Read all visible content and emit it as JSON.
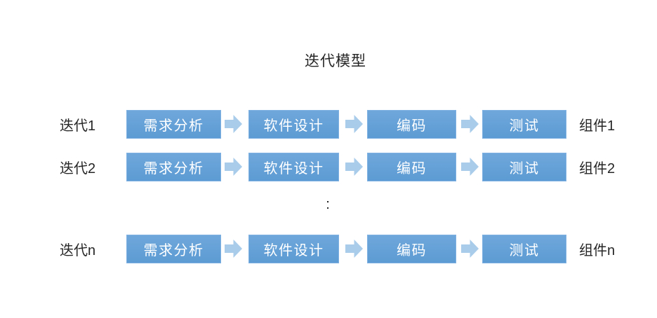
{
  "title": "迭代模型",
  "ellipsis": ":",
  "stages": [
    "需求分析",
    "软件设计",
    "编码",
    "测试"
  ],
  "rows": [
    {
      "left_label": "迭代1",
      "right_label": "组件1"
    },
    {
      "left_label": "迭代2",
      "right_label": "组件2"
    },
    {
      "left_label": "迭代n",
      "right_label": "组件n"
    }
  ],
  "colors": {
    "box_fill_top": "#6FA7DB",
    "box_fill_bottom": "#5C9BD3",
    "box_border": "#7FB2E2",
    "arrow_fill": "#A9CCEB",
    "label_text": "#262626",
    "box_text": "#FFFFFF",
    "background": "#FFFFFF"
  }
}
